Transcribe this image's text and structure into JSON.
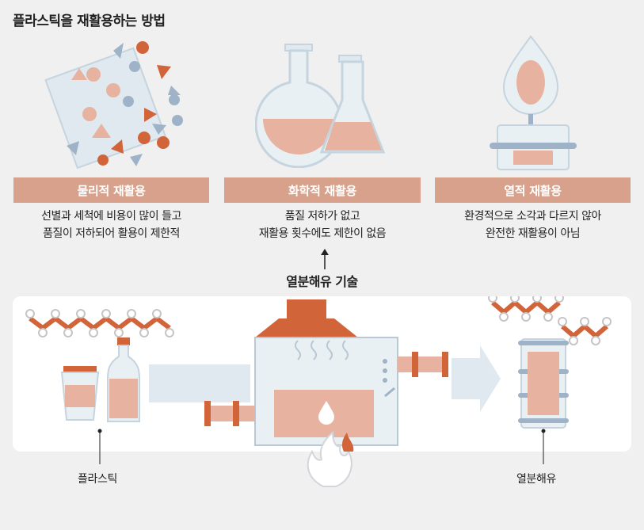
{
  "title": "플라스틱을 재활용하는 방법",
  "methods": [
    {
      "label": "물리적 재활용",
      "desc": [
        "선별과 세척에 비용이 많이 들고",
        "품질이 저하되어 활용이 제한적"
      ]
    },
    {
      "label": "화학적 재활용",
      "desc": [
        "품질 저하가 없고",
        "재활용 횟수에도 제한이 없음"
      ]
    },
    {
      "label": "열적 재활용",
      "desc": [
        "환경적으로 소각과 다르지 않아",
        "완전한 재활용이 아님"
      ]
    }
  ],
  "technology": {
    "title": "열분해유 기술",
    "input_label": "플라스틱",
    "output_label": "열분해유"
  },
  "colors": {
    "orange": "#d2643a",
    "salmon": "#d8a18b",
    "blue_grey": "#9fb3c8",
    "light_blue": "#dfe9ef"
  }
}
